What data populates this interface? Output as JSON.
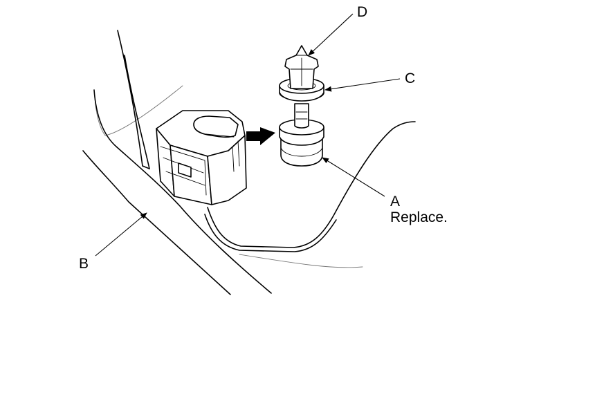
{
  "callouts": {
    "a": "A",
    "a_note": "Replace.",
    "b": "B",
    "c": "C",
    "d": "D"
  },
  "colors": {
    "line": "#000000",
    "background": "#ffffff"
  }
}
